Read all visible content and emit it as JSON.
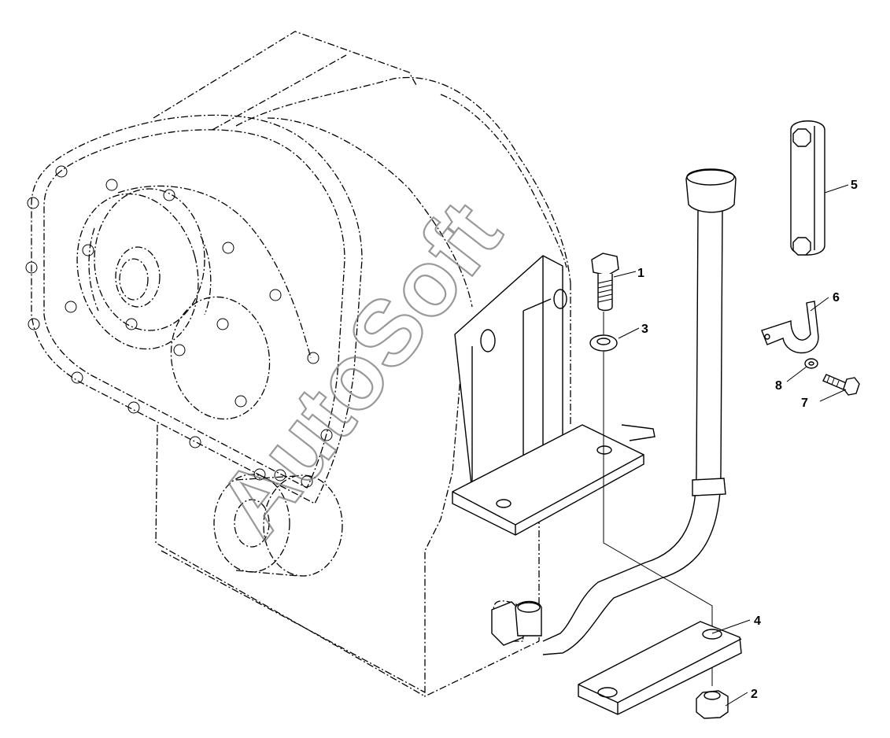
{
  "diagram": {
    "watermark": "AutoSoft",
    "callouts": [
      "1",
      "2",
      "3",
      "4",
      "5",
      "6",
      "7",
      "8"
    ]
  }
}
